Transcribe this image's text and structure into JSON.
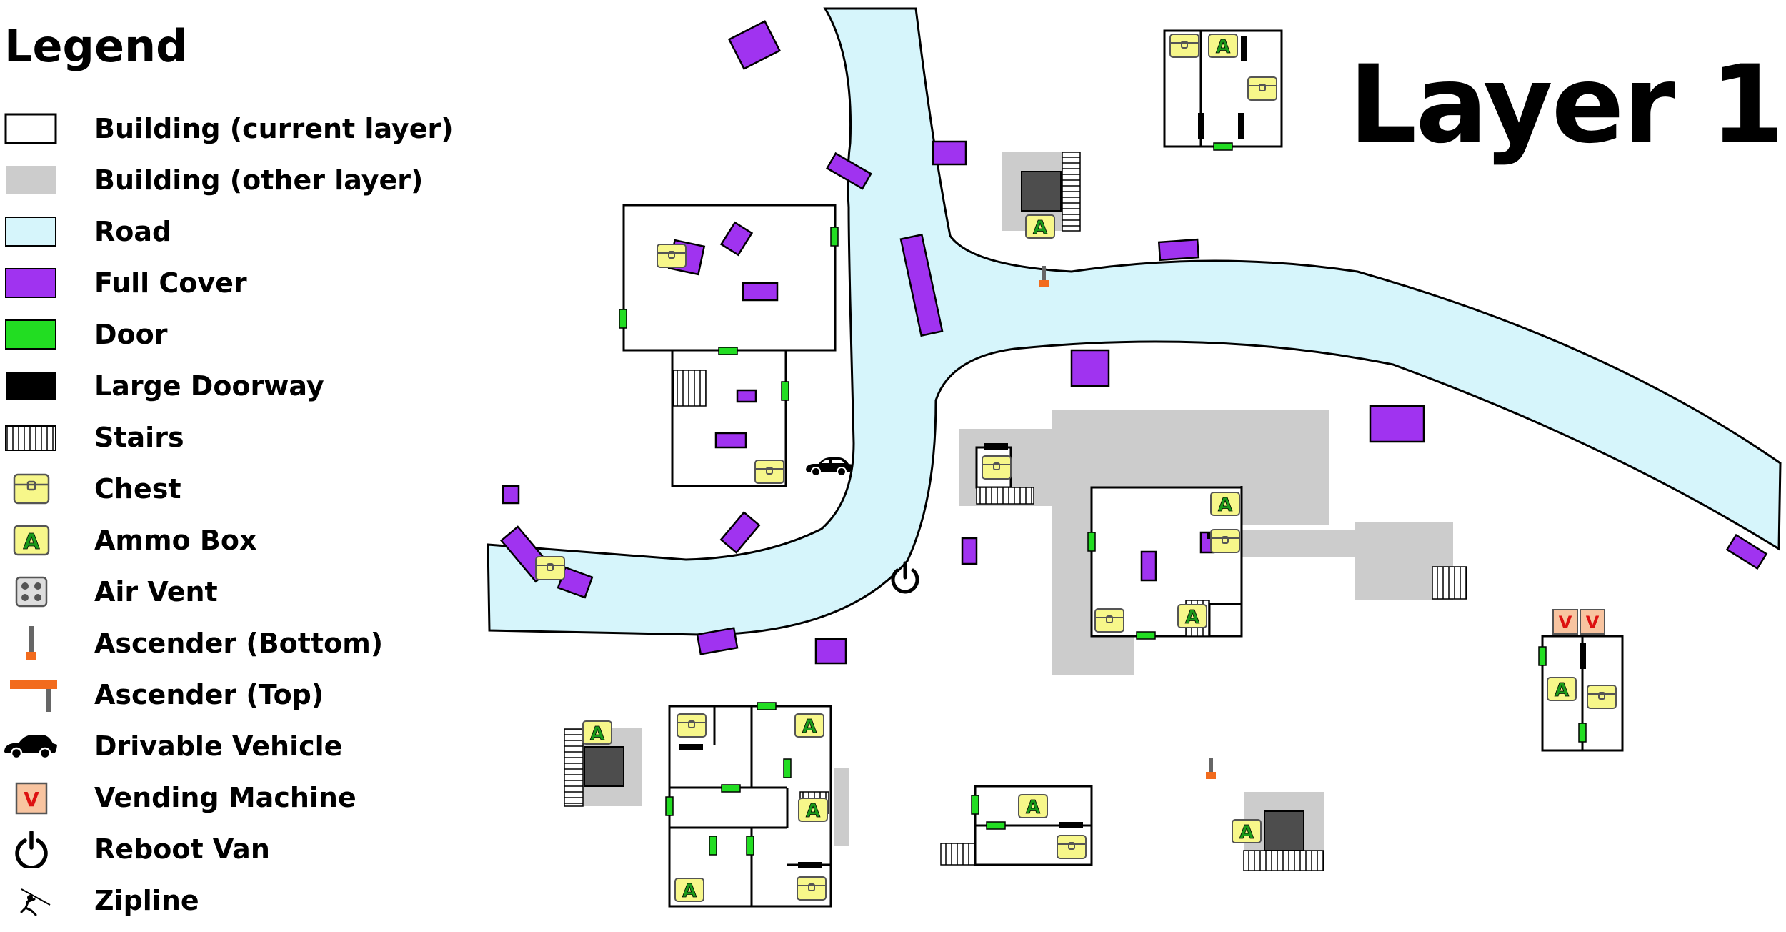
{
  "legend": {
    "title": "Legend",
    "items": [
      {
        "label": "Building (current layer)",
        "icon": "building-current-swatch"
      },
      {
        "label": "Building (other layer)",
        "icon": "building-other-swatch"
      },
      {
        "label": "Road",
        "icon": "road-swatch"
      },
      {
        "label": "Full Cover",
        "icon": "full-cover-swatch"
      },
      {
        "label": "Door",
        "icon": "door-swatch"
      },
      {
        "label": "Large Doorway",
        "icon": "large-doorway-swatch"
      },
      {
        "label": "Stairs",
        "icon": "stairs-icon"
      },
      {
        "label": "Chest",
        "icon": "chest-icon"
      },
      {
        "label": "Ammo Box",
        "icon": "ammo-box-icon"
      },
      {
        "label": "Air Vent",
        "icon": "air-vent-icon"
      },
      {
        "label": "Ascender (Bottom)",
        "icon": "ascender-bottom-icon"
      },
      {
        "label": "Ascender (Top)",
        "icon": "ascender-top-icon"
      },
      {
        "label": "Drivable Vehicle",
        "icon": "car-icon"
      },
      {
        "label": "Vending Machine",
        "icon": "vending-machine-icon"
      },
      {
        "label": "Reboot Van",
        "icon": "power-icon"
      },
      {
        "label": "Zipline",
        "icon": "zipline-icon"
      }
    ]
  },
  "map": {
    "title": "Layer 1",
    "ammo_letter": "A",
    "vending_letter": "V"
  },
  "colors": {
    "road": "#d6f5fb",
    "full_cover": "#a033f0",
    "door": "#22dd22",
    "other_layer": "#cccccc",
    "chest": "#f7f78a",
    "ammo_text": "#1a9a1a",
    "vending_bg": "#f8c4a0",
    "vending_text": "#dd1111",
    "ascender": "#f26b1d",
    "dark_block": "#4d4d4d"
  }
}
